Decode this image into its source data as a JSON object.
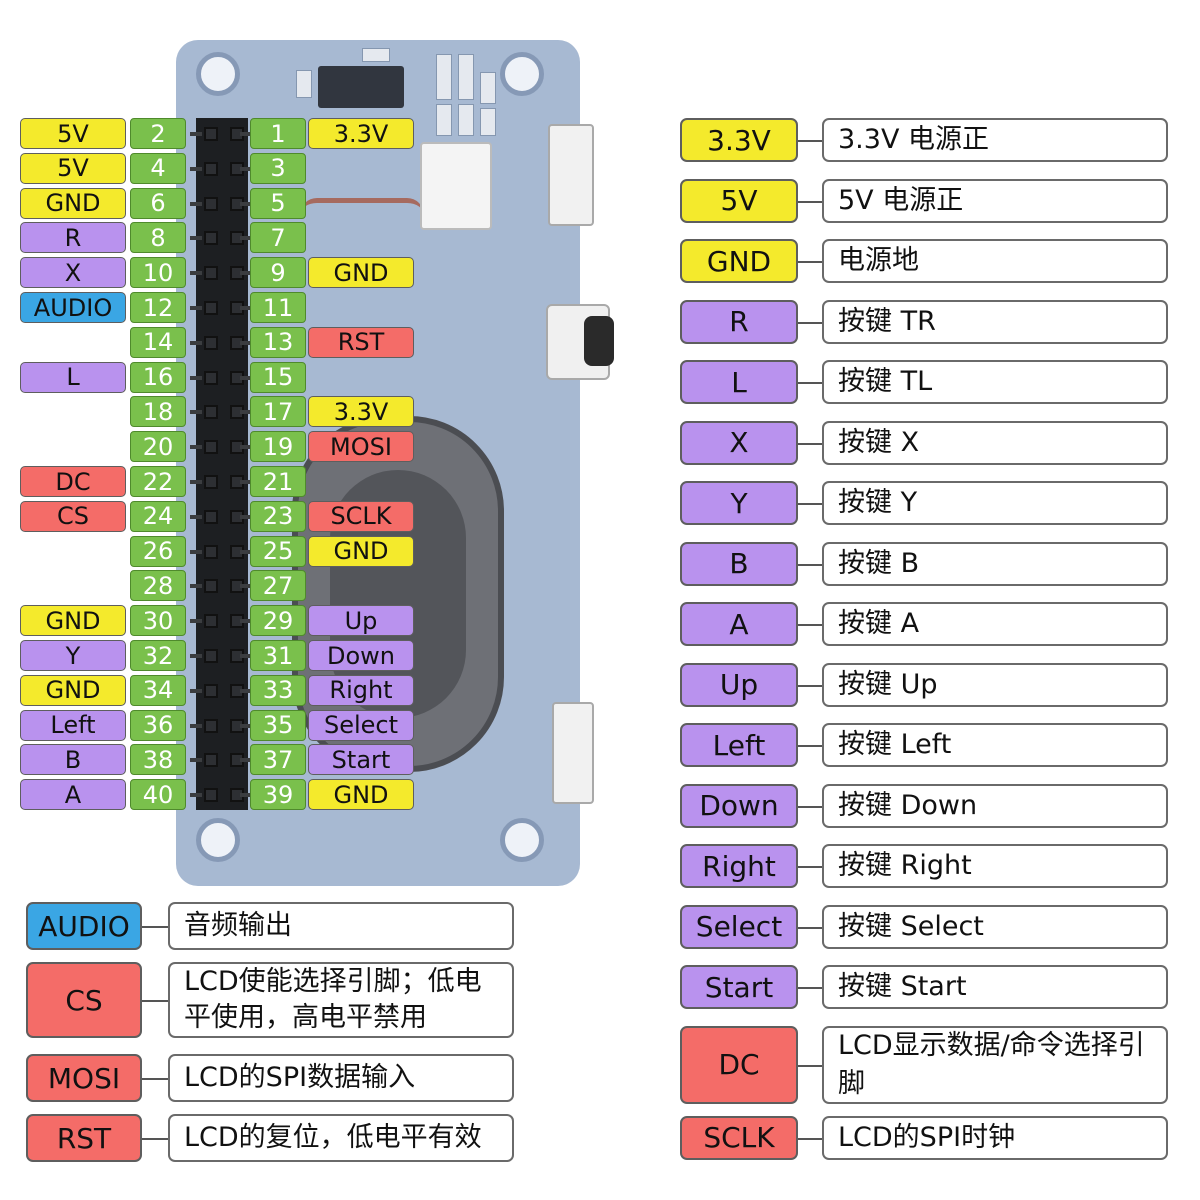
{
  "colors": {
    "power_yellow": "#f4ea2c",
    "button_purple": "#b992ee",
    "audio_blue": "#3aa6e4",
    "lcd_red": "#f46c68",
    "pin_green": "#7ac04c",
    "board_blue": "#a7b9d2"
  },
  "header_pins": [
    {
      "num": "1",
      "label": "3.3V",
      "kind": "power_yellow",
      "side": "right"
    },
    {
      "num": "2",
      "label": "5V",
      "kind": "power_yellow",
      "side": "left"
    },
    {
      "num": "3",
      "label": "",
      "kind": "",
      "side": "right"
    },
    {
      "num": "4",
      "label": "5V",
      "kind": "power_yellow",
      "side": "left"
    },
    {
      "num": "5",
      "label": "",
      "kind": "",
      "side": "right"
    },
    {
      "num": "6",
      "label": "GND",
      "kind": "power_yellow",
      "side": "left"
    },
    {
      "num": "7",
      "label": "",
      "kind": "",
      "side": "right"
    },
    {
      "num": "8",
      "label": "R",
      "kind": "button_purple",
      "side": "left"
    },
    {
      "num": "9",
      "label": "GND",
      "kind": "power_yellow",
      "side": "right"
    },
    {
      "num": "10",
      "label": "X",
      "kind": "button_purple",
      "side": "left"
    },
    {
      "num": "11",
      "label": "",
      "kind": "",
      "side": "right"
    },
    {
      "num": "12",
      "label": "AUDIO",
      "kind": "audio_blue",
      "side": "left"
    },
    {
      "num": "13",
      "label": "RST",
      "kind": "lcd_red",
      "side": "right"
    },
    {
      "num": "14",
      "label": "",
      "kind": "",
      "side": "left"
    },
    {
      "num": "15",
      "label": "",
      "kind": "",
      "side": "right"
    },
    {
      "num": "16",
      "label": "L",
      "kind": "button_purple",
      "side": "left"
    },
    {
      "num": "17",
      "label": "3.3V",
      "kind": "power_yellow",
      "side": "right"
    },
    {
      "num": "18",
      "label": "",
      "kind": "",
      "side": "left"
    },
    {
      "num": "19",
      "label": "MOSI",
      "kind": "lcd_red",
      "side": "right"
    },
    {
      "num": "20",
      "label": "",
      "kind": "",
      "side": "left"
    },
    {
      "num": "21",
      "label": "",
      "kind": "",
      "side": "right"
    },
    {
      "num": "22",
      "label": "DC",
      "kind": "lcd_red",
      "side": "left"
    },
    {
      "num": "23",
      "label": "SCLK",
      "kind": "lcd_red",
      "side": "right"
    },
    {
      "num": "24",
      "label": "CS",
      "kind": "lcd_red",
      "side": "left"
    },
    {
      "num": "25",
      "label": "GND",
      "kind": "power_yellow",
      "side": "right"
    },
    {
      "num": "26",
      "label": "",
      "kind": "",
      "side": "left"
    },
    {
      "num": "27",
      "label": "",
      "kind": "",
      "side": "right"
    },
    {
      "num": "28",
      "label": "",
      "kind": "",
      "side": "left"
    },
    {
      "num": "29",
      "label": "Up",
      "kind": "button_purple",
      "side": "right"
    },
    {
      "num": "30",
      "label": "GND",
      "kind": "power_yellow",
      "side": "left"
    },
    {
      "num": "31",
      "label": "Down",
      "kind": "button_purple",
      "side": "right"
    },
    {
      "num": "32",
      "label": "Y",
      "kind": "button_purple",
      "side": "left"
    },
    {
      "num": "33",
      "label": "Right",
      "kind": "button_purple",
      "side": "right"
    },
    {
      "num": "34",
      "label": "GND",
      "kind": "power_yellow",
      "side": "left"
    },
    {
      "num": "35",
      "label": "Select",
      "kind": "button_purple",
      "side": "right"
    },
    {
      "num": "36",
      "label": "Left",
      "kind": "button_purple",
      "side": "left"
    },
    {
      "num": "37",
      "label": "Start",
      "kind": "button_purple",
      "side": "right"
    },
    {
      "num": "38",
      "label": "B",
      "kind": "button_purple",
      "side": "left"
    },
    {
      "num": "39",
      "label": "GND",
      "kind": "power_yellow",
      "side": "right"
    },
    {
      "num": "40",
      "label": "A",
      "kind": "button_purple",
      "side": "left"
    }
  ],
  "legend_right": [
    {
      "tag": "3.3V",
      "kind": "power_yellow",
      "desc": "3.3V 电源正"
    },
    {
      "tag": "5V",
      "kind": "power_yellow",
      "desc": "5V 电源正"
    },
    {
      "tag": "GND",
      "kind": "power_yellow",
      "desc": "电源地"
    },
    {
      "tag": "R",
      "kind": "button_purple",
      "desc": "按键 TR"
    },
    {
      "tag": "L",
      "kind": "button_purple",
      "desc": "按键 TL"
    },
    {
      "tag": "X",
      "kind": "button_purple",
      "desc": "按键 X"
    },
    {
      "tag": "Y",
      "kind": "button_purple",
      "desc": "按键 Y"
    },
    {
      "tag": "B",
      "kind": "button_purple",
      "desc": "按键 B"
    },
    {
      "tag": "A",
      "kind": "button_purple",
      "desc": "按键 A"
    },
    {
      "tag": "Up",
      "kind": "button_purple",
      "desc": "按键 Up"
    },
    {
      "tag": "Left",
      "kind": "button_purple",
      "desc": "按键 Left"
    },
    {
      "tag": "Down",
      "kind": "button_purple",
      "desc": "按键 Down"
    },
    {
      "tag": "Right",
      "kind": "button_purple",
      "desc": "按键 Right"
    },
    {
      "tag": "Select",
      "kind": "button_purple",
      "desc": "按键 Select"
    },
    {
      "tag": "Start",
      "kind": "button_purple",
      "desc": "按键 Start"
    },
    {
      "tag": "DC",
      "kind": "lcd_red",
      "desc": "LCD显示数据/命令选择引脚"
    },
    {
      "tag": "SCLK",
      "kind": "lcd_red",
      "desc": "LCD的SPI时钟"
    }
  ],
  "legend_left": [
    {
      "tag": "AUDIO",
      "kind": "audio_blue",
      "desc": "音频输出"
    },
    {
      "tag": "CS",
      "kind": "lcd_red",
      "desc": "LCD使能选择引脚；低电平使用，高电平禁用"
    },
    {
      "tag": "MOSI",
      "kind": "lcd_red",
      "desc": "LCD的SPI数据输入"
    },
    {
      "tag": "RST",
      "kind": "lcd_red",
      "desc": "LCD的复位，低电平有效"
    }
  ]
}
